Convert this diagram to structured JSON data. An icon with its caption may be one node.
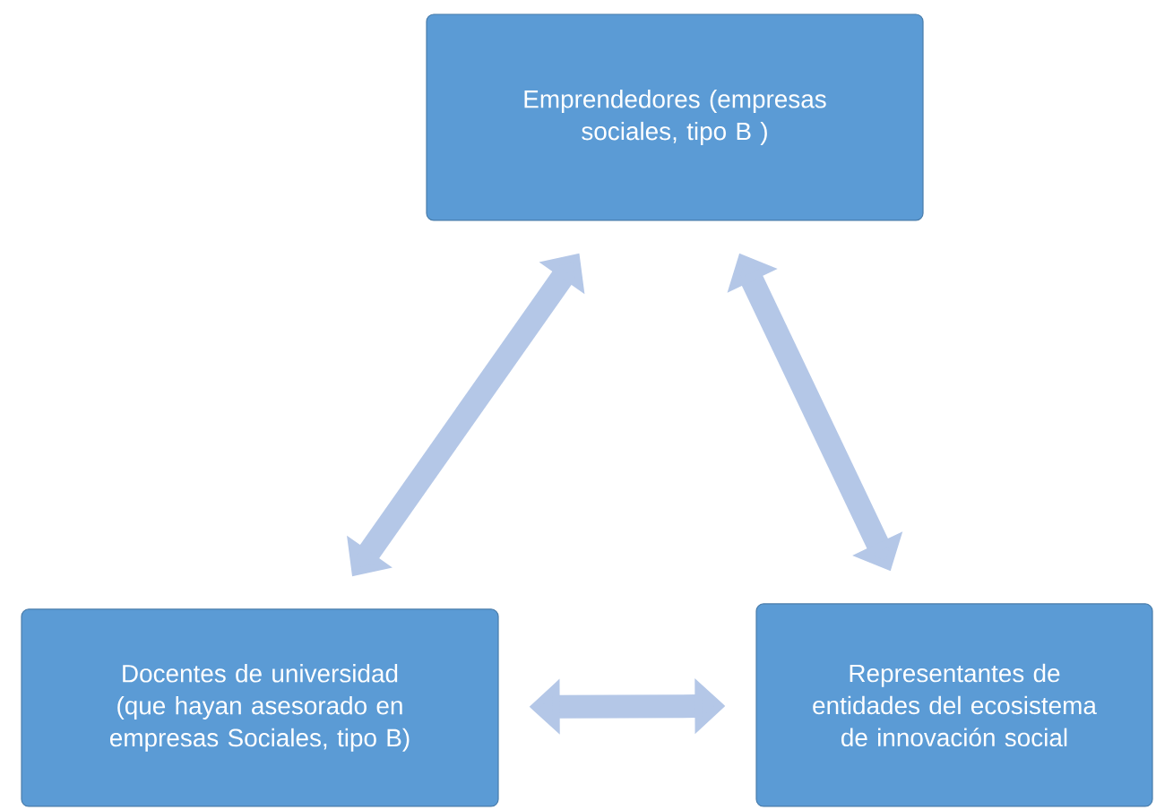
{
  "diagram": {
    "nodes": [
      {
        "text": [
          "Emprendedores (empresas sociales, tipo B )"
        ]
      },
      {
        "text": [
          "Docentes de universidad (que hayan asesorado en empresas Sociales, tipo B)"
        ]
      },
      {
        "text": [
          "Representantes de entidades del ecosistema de innovación social"
        ]
      }
    ],
    "edges": [
      {
        "from": 0,
        "to": 1,
        "arrow": "both"
      },
      {
        "from": 0,
        "to": 2,
        "arrow": "both"
      },
      {
        "from": 1,
        "to": 2,
        "arrow": "both"
      }
    ]
  }
}
